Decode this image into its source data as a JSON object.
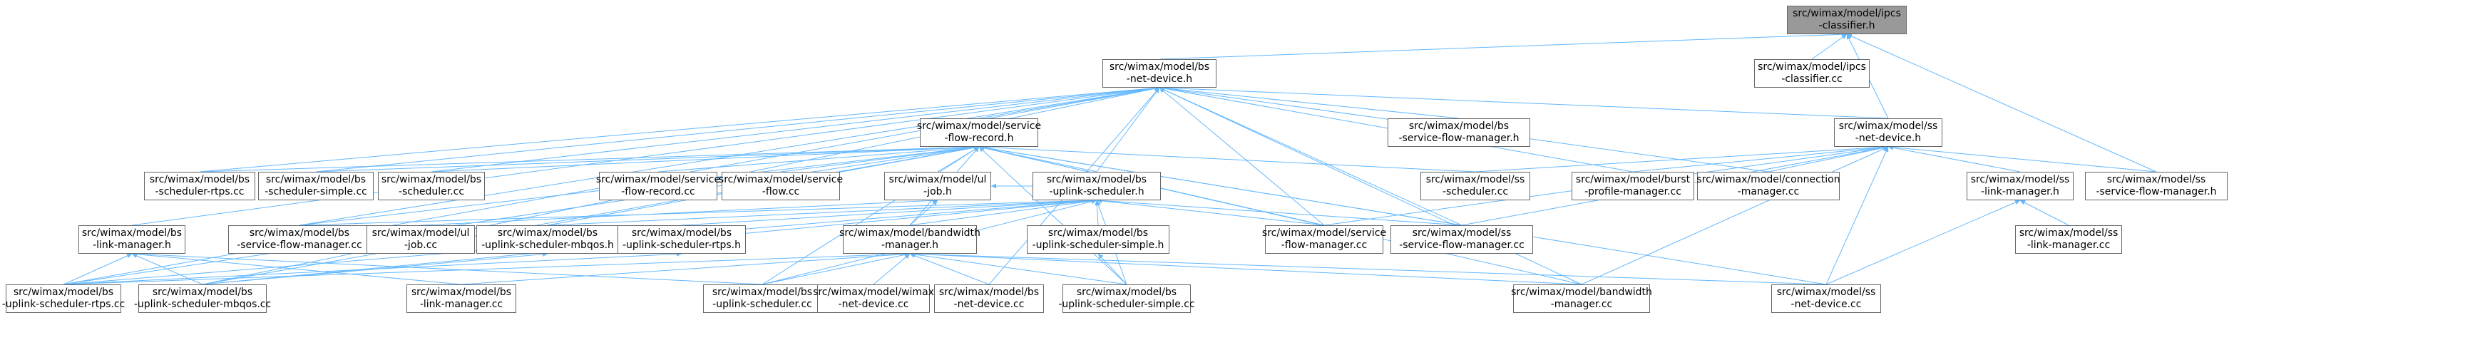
{
  "colors": {
    "edge": "#63b8ff",
    "node_border": "#666666",
    "root_fill": "#999999"
  },
  "nodes": {
    "n0": {
      "lines": [
        "src/wimax/model/ipcs",
        "-classifier.h"
      ]
    },
    "n1": {
      "lines": [
        "src/wimax/model/bs",
        "-net-device.h"
      ]
    },
    "n2": {
      "lines": [
        "src/wimax/model/ipcs",
        "-classifier.cc"
      ]
    },
    "n3": {
      "lines": [
        "src/wimax/model/ss",
        "-net-device.h"
      ]
    },
    "n4": {
      "lines": [
        "src/wimax/model/service",
        "-flow-record.h"
      ]
    },
    "n5": {
      "lines": [
        "src/wimax/model/bs",
        "-service-flow-manager.h"
      ]
    },
    "n6": {
      "lines": [
        "src/wimax/model/bs",
        "-scheduler-rtps.cc"
      ]
    },
    "n7": {
      "lines": [
        "src/wimax/model/bs",
        "-scheduler-simple.cc"
      ]
    },
    "n8": {
      "lines": [
        "src/wimax/model/bs",
        "-scheduler.cc"
      ]
    },
    "n9": {
      "lines": [
        "src/wimax/model/service",
        "-flow-record.cc"
      ]
    },
    "n10": {
      "lines": [
        "src/wimax/model/service",
        "-flow.cc"
      ]
    },
    "n11": {
      "lines": [
        "src/wimax/model/ul",
        "-job.h"
      ]
    },
    "n12": {
      "lines": [
        "src/wimax/model/bs",
        "-uplink-scheduler.h"
      ]
    },
    "n13": {
      "lines": [
        "src/wimax/model/ss",
        "-scheduler.cc"
      ]
    },
    "n14": {
      "lines": [
        "src/wimax/model/burst",
        "-profile-manager.cc"
      ]
    },
    "n15": {
      "lines": [
        "src/wimax/model/connection",
        "-manager.cc"
      ]
    },
    "n16": {
      "lines": [
        "src/wimax/model/ss",
        "-link-manager.h"
      ]
    },
    "n17": {
      "lines": [
        "src/wimax/model/ss",
        "-service-flow-manager.h"
      ]
    },
    "n18": {
      "lines": [
        "src/wimax/model/bs",
        "-link-manager.h"
      ]
    },
    "n19": {
      "lines": [
        "src/wimax/model/bs",
        "-service-flow-manager.cc"
      ]
    },
    "n20": {
      "lines": [
        "src/wimax/model/ul",
        "-job.cc"
      ]
    },
    "n21": {
      "lines": [
        "src/wimax/model/bs",
        "-uplink-scheduler-mbqos.h"
      ]
    },
    "n22": {
      "lines": [
        "src/wimax/model/bs",
        "-uplink-scheduler-rtps.h"
      ]
    },
    "n23": {
      "lines": [
        "src/wimax/model/bandwidth",
        "-manager.h"
      ]
    },
    "n24": {
      "lines": [
        "src/wimax/model/bs",
        "-uplink-scheduler-simple.h"
      ]
    },
    "n25": {
      "lines": [
        "src/wimax/model/service",
        "-flow-manager.cc"
      ]
    },
    "n26": {
      "lines": [
        "src/wimax/model/ss",
        "-service-flow-manager.cc"
      ]
    },
    "n27": {
      "lines": [
        "src/wimax/model/ss",
        "-link-manager.cc"
      ]
    },
    "n28": {
      "lines": [
        "src/wimax/model/bs",
        "-uplink-scheduler-rtps.cc"
      ]
    },
    "n29": {
      "lines": [
        "src/wimax/model/bs",
        "-uplink-scheduler-mbqos.cc"
      ]
    },
    "n30": {
      "lines": [
        "src/wimax/model/bs",
        "-link-manager.cc"
      ]
    },
    "n31": {
      "lines": [
        "src/wimax/model/bs",
        "-uplink-scheduler.cc"
      ]
    },
    "n32": {
      "lines": [
        "src/wimax/model/wimax",
        "-net-device.cc"
      ]
    },
    "n33": {
      "lines": [
        "src/wimax/model/bs",
        "-net-device.cc"
      ]
    },
    "n34": {
      "lines": [
        "src/wimax/model/bs",
        "-uplink-scheduler-simple.cc"
      ]
    },
    "n35": {
      "lines": [
        "src/wimax/model/bandwidth",
        "-manager.cc"
      ]
    },
    "n36": {
      "lines": [
        "src/wimax/model/ss",
        "-net-device.cc"
      ]
    }
  },
  "edges": [
    [
      "n1",
      "n0"
    ],
    [
      "n3",
      "n0"
    ],
    [
      "n17",
      "n0"
    ],
    [
      "n2",
      "n0"
    ],
    [
      "n4",
      "n1"
    ],
    [
      "n5",
      "n1"
    ],
    [
      "n3",
      "n1"
    ],
    [
      "n6",
      "n1"
    ],
    [
      "n7",
      "n1"
    ],
    [
      "n8",
      "n1"
    ],
    [
      "n12",
      "n1"
    ],
    [
      "n14",
      "n1"
    ],
    [
      "n15",
      "n1"
    ],
    [
      "n18",
      "n1"
    ],
    [
      "n19",
      "n1"
    ],
    [
      "n25",
      "n1"
    ],
    [
      "n26",
      "n1"
    ],
    [
      "n28",
      "n1"
    ],
    [
      "n29",
      "n1"
    ],
    [
      "n33",
      "n1"
    ],
    [
      "n35",
      "n1"
    ],
    [
      "n13",
      "n3"
    ],
    [
      "n14",
      "n3"
    ],
    [
      "n15",
      "n3"
    ],
    [
      "n16",
      "n3"
    ],
    [
      "n17",
      "n3"
    ],
    [
      "n25",
      "n3"
    ],
    [
      "n26",
      "n3"
    ],
    [
      "n35",
      "n3"
    ],
    [
      "n36",
      "n3"
    ],
    [
      "n6",
      "n4"
    ],
    [
      "n7",
      "n4"
    ],
    [
      "n8",
      "n4"
    ],
    [
      "n9",
      "n4"
    ],
    [
      "n10",
      "n4"
    ],
    [
      "n11",
      "n4"
    ],
    [
      "n12",
      "n4"
    ],
    [
      "n13",
      "n4"
    ],
    [
      "n19",
      "n4"
    ],
    [
      "n21",
      "n4"
    ],
    [
      "n23",
      "n4"
    ],
    [
      "n25",
      "n4"
    ],
    [
      "n26",
      "n4"
    ],
    [
      "n28",
      "n4"
    ],
    [
      "n29",
      "n4"
    ],
    [
      "n31",
      "n4"
    ],
    [
      "n34",
      "n4"
    ],
    [
      "n35",
      "n4"
    ],
    [
      "n36",
      "n4"
    ],
    [
      "n12",
      "n11"
    ],
    [
      "n20",
      "n11"
    ],
    [
      "n23",
      "n11"
    ],
    [
      "n19",
      "n12"
    ],
    [
      "n21",
      "n12"
    ],
    [
      "n22",
      "n12"
    ],
    [
      "n23",
      "n12"
    ],
    [
      "n24",
      "n12"
    ],
    [
      "n25",
      "n12"
    ],
    [
      "n26",
      "n12"
    ],
    [
      "n28",
      "n12"
    ],
    [
      "n29",
      "n12"
    ],
    [
      "n31",
      "n12"
    ],
    [
      "n34",
      "n12"
    ],
    [
      "n28",
      "n22"
    ],
    [
      "n29",
      "n21"
    ],
    [
      "n34",
      "n24"
    ],
    [
      "n28",
      "n18"
    ],
    [
      "n29",
      "n18"
    ],
    [
      "n30",
      "n18"
    ],
    [
      "n31",
      "n18"
    ],
    [
      "n27",
      "n16"
    ],
    [
      "n36",
      "n16"
    ],
    [
      "n28",
      "n23"
    ],
    [
      "n30",
      "n23"
    ],
    [
      "n31",
      "n23"
    ],
    [
      "n32",
      "n23"
    ],
    [
      "n33",
      "n23"
    ],
    [
      "n34",
      "n23"
    ],
    [
      "n35",
      "n23"
    ],
    [
      "n36",
      "n23"
    ]
  ]
}
